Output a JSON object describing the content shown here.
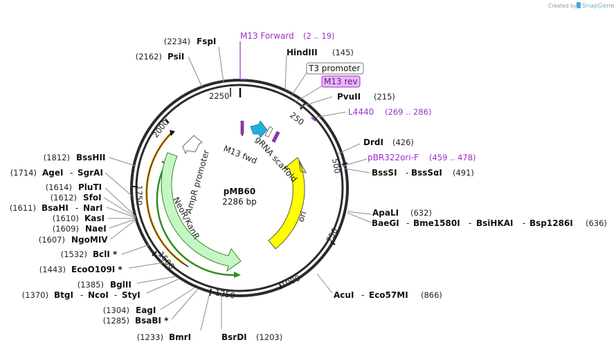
{
  "brand": {
    "created_by": "Created by",
    "name": "SnapGene"
  },
  "plasmid": {
    "name": "pMB60",
    "length": "2286 bp"
  },
  "ticks": [
    "250",
    "500",
    "750",
    "1000",
    "1250",
    "1500",
    "1750",
    "2000",
    "2250"
  ],
  "features": {
    "m13_fwd": "M13 fwd",
    "grna_scaffold": "gRNA scaffold",
    "ampr_promoter": "AmpR promoter",
    "neo_kan": "NeoR/KanR",
    "ori": "ori"
  },
  "primers": {
    "m13_forward": {
      "name": "M13 Forward",
      "range": "(2 .. 19)"
    },
    "t3_promoter": "T3 promoter",
    "m13_rev": "M13 rev",
    "l4440": {
      "name": "L4440",
      "range": "(269 .. 286)"
    },
    "pbr322": {
      "name": "pBR322ori-F",
      "range": "(459 .. 478)"
    }
  },
  "sites": {
    "fspi": {
      "pos": "(2234)",
      "name": "FspI"
    },
    "psii": {
      "pos": "(2162)",
      "name": "PsiI"
    },
    "hindiii": {
      "name": "HindIII",
      "pos": "(145)"
    },
    "pvuii": {
      "name": "PvuII",
      "pos": "(215)"
    },
    "drdi": {
      "name": "DrdI",
      "pos": "(426)"
    },
    "bsssi": {
      "name1": "BssSI",
      "sep": "-",
      "name2": "BssSαI",
      "pos": "(491)"
    },
    "apali": {
      "name": "ApaLI",
      "pos": "(632)"
    },
    "baegi": {
      "n1": "BaeGI",
      "n2": "Bme1580I",
      "n3": "BsiHKAI",
      "n4": "Bsp1286I",
      "sep": "-",
      "pos": "(636)"
    },
    "acui": {
      "n1": "AcuI",
      "n2": "Eco57MI",
      "sep": "-",
      "pos": "(866)"
    },
    "bsrdi": {
      "name": "BsrDI",
      "pos": "(1203)"
    },
    "bmri": {
      "pos": "(1233)",
      "name": "BmrI"
    },
    "bsabi": {
      "pos": "(1285)",
      "name": "BsaBI *"
    },
    "eagi": {
      "pos": "(1304)",
      "name": "EagI"
    },
    "btgi": {
      "pos": "(1370)",
      "n1": "BtgI",
      "n2": "NcoI",
      "n3": "StyI",
      "sep": "-"
    },
    "bglii": {
      "pos": "(1385)",
      "name": "BglII"
    },
    "eco0109i": {
      "pos": "(1443)",
      "name": "EcoO109I *"
    },
    "bcli": {
      "pos": "(1532)",
      "name": "BclI *"
    },
    "ngomiv": {
      "pos": "(1607)",
      "name": "NgoMIV"
    },
    "naei": {
      "pos": "(1609)",
      "name": "NaeI"
    },
    "kasi": {
      "pos": "(1610)",
      "name": "KasI"
    },
    "bsahi": {
      "pos": "(1611)",
      "n1": "BsaHI",
      "n2": "NarI",
      "sep": "-"
    },
    "sfoi": {
      "pos": "(1612)",
      "name": "SfoI"
    },
    "pluti": {
      "pos": "(1614)",
      "name": "PluTI"
    },
    "agei": {
      "pos": "(1714)",
      "n1": "AgeI",
      "n2": "SgrAI",
      "sep": "-"
    },
    "bsshii": {
      "pos": "(1812)",
      "name": "BssHII"
    }
  },
  "colors": {
    "backbone": "#2a2a2a",
    "ori": "#ffff00",
    "neo_kan": "#c6f5c6",
    "neo_kan_inner": "#2e8b1e",
    "amp_promoter": "#ffffff",
    "orange_arc": "#f0a830",
    "primer": "#9b30c8",
    "m13_rev_fill": "#e8b8f4",
    "grna_arrow": "#20b0e0"
  }
}
